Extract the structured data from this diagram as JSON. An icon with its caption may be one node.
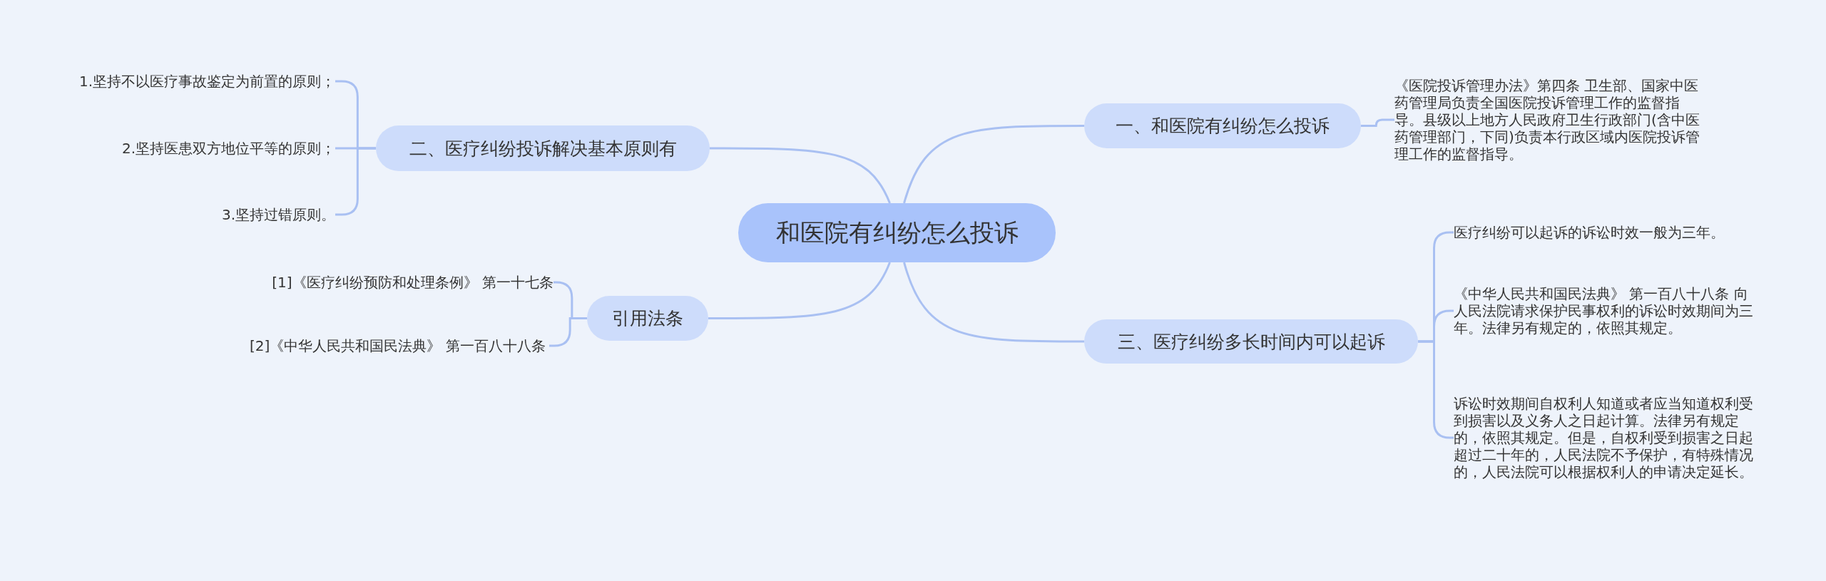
{
  "diagram": {
    "nodes": [
      {
        "text": [
          "和医院有纠纷怎么投诉"
        ]
      },
      {
        "text": [
          "一、和医院有纠纷怎么投诉"
        ]
      },
      {
        "text": [
          "《医院投诉管理办法》第四条 卫生部、国家中医药管理局负责全国医院投诉管理工作的监督指导。县级以上地方人民政府卫生行政部门(含中医药管理部门，下同)负责本行政区域内医院投诉管理工作的监督指导。"
        ]
      },
      {
        "text": [
          "二、医疗纠纷投诉解决基本原则有"
        ]
      },
      {
        "text": [
          "1.坚持不以医疗事故鉴定为前置的原则；"
        ]
      },
      {
        "text": [
          "2.坚持医患双方地位平等的原则；"
        ]
      },
      {
        "text": [
          "3.坚持过错原则。"
        ]
      },
      {
        "text": [
          "引用法条"
        ]
      },
      {
        "text": [
          "[1]《医疗纠纷预防和处理条例》 第一十七条"
        ]
      },
      {
        "text": [
          "[2]《中华人民共和国民法典》 第一百八十八条"
        ]
      },
      {
        "text": [
          "三、医疗纠纷多长时间内可以起诉"
        ]
      },
      {
        "text": [
          "医疗纠纷可以起诉的诉讼时效一般为三年。"
        ]
      },
      {
        "text": [
          "《中华人民共和国民法典》 第一百八十八条 向人民法院请求保护民事权利的诉讼时效期间为三年。法律另有规定的，依照其规定。"
        ]
      },
      {
        "text": [
          "诉讼时效期间自权利人知道或者应当知道权利受到损害以及义务人之日起计算。法律另有规定的，依照其规定。但是，自权利受到损害之日起超过二十年的，人民法院不予保护，有特殊情况的，人民法院可以根据权利人的申请决定延长。"
        ]
      }
    ],
    "edges": [
      {
        "from": 0,
        "to": 1,
        "arrow": "none"
      },
      {
        "from": 1,
        "to": 2,
        "arrow": "none"
      },
      {
        "from": 0,
        "to": 3,
        "arrow": "none"
      },
      {
        "from": 3,
        "to": 4,
        "arrow": "none"
      },
      {
        "from": 3,
        "to": 5,
        "arrow": "none"
      },
      {
        "from": 3,
        "to": 6,
        "arrow": "none"
      },
      {
        "from": 0,
        "to": 7,
        "arrow": "none"
      },
      {
        "from": 7,
        "to": 8,
        "arrow": "none"
      },
      {
        "from": 7,
        "to": 9,
        "arrow": "none"
      },
      {
        "from": 0,
        "to": 10,
        "arrow": "none"
      },
      {
        "from": 10,
        "to": 11,
        "arrow": "none"
      },
      {
        "from": 10,
        "to": 12,
        "arrow": "none"
      },
      {
        "from": 10,
        "to": 13,
        "arrow": "none"
      }
    ]
  }
}
